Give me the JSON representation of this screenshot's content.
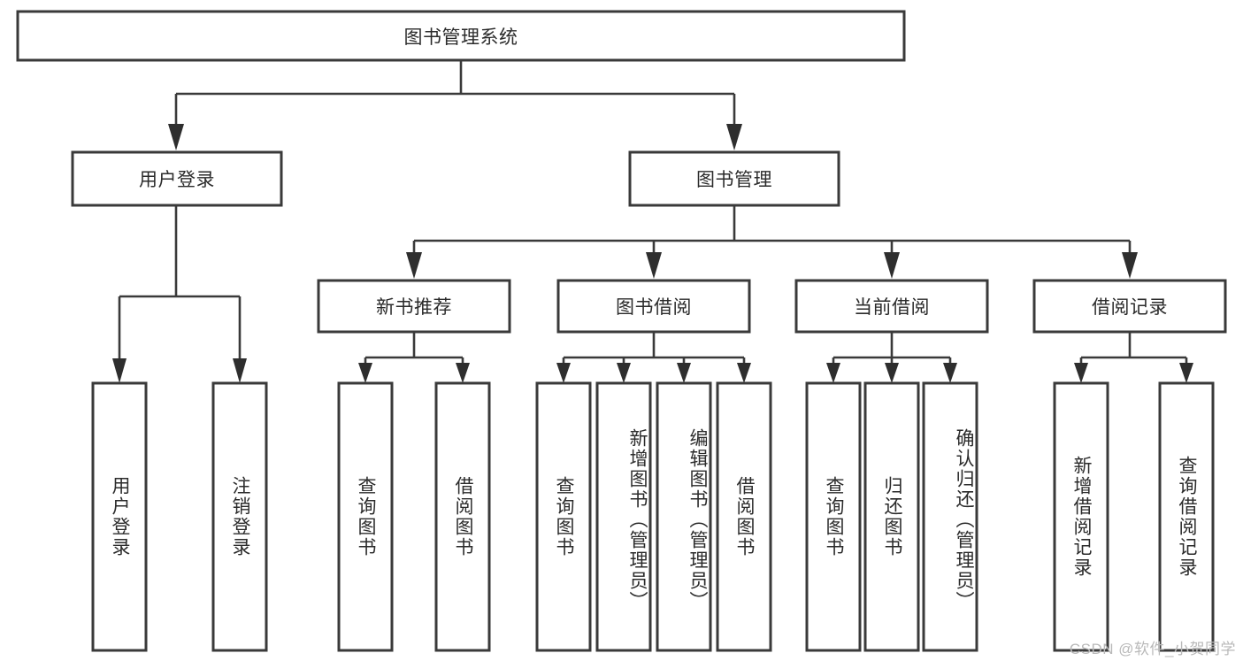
{
  "diagram": {
    "title": "图书管理系统",
    "type": "hierarchy-tree",
    "watermark": "CSDN @软件_小贺同学",
    "colors": {
      "box_stroke": "#3a3a3a",
      "box_fill": "#ffffff",
      "connector": "#3a3a3a",
      "text": "#2b2b2b",
      "watermark": "#b9b9b9",
      "background": "#ffffff"
    },
    "levels": {
      "root": {
        "label": "图书管理系统"
      },
      "level1": [
        {
          "label": "用户登录"
        },
        {
          "label": "图书管理"
        }
      ],
      "level2": [
        {
          "label": "新书推荐"
        },
        {
          "label": "图书借阅"
        },
        {
          "label": "当前借阅"
        },
        {
          "label": "借阅记录"
        }
      ],
      "leaves": {
        "user_login": [
          {
            "label": "用户登录"
          },
          {
            "label": "注销登录"
          }
        ],
        "new_book_recommend": [
          {
            "label": "查询图书"
          },
          {
            "label": "借阅图书"
          }
        ],
        "book_borrow": [
          {
            "label": "查询图书"
          },
          {
            "label": "新增图书（管理员）"
          },
          {
            "label": "编辑图书（管理员）"
          },
          {
            "label": "借阅图书"
          }
        ],
        "current_borrow": [
          {
            "label": "查询图书"
          },
          {
            "label": "归还图书"
          },
          {
            "label": "确认归还（管理员）"
          }
        ],
        "borrow_record": [
          {
            "label": "新增借阅记录"
          },
          {
            "label": "查询借阅记录"
          }
        ]
      }
    }
  }
}
